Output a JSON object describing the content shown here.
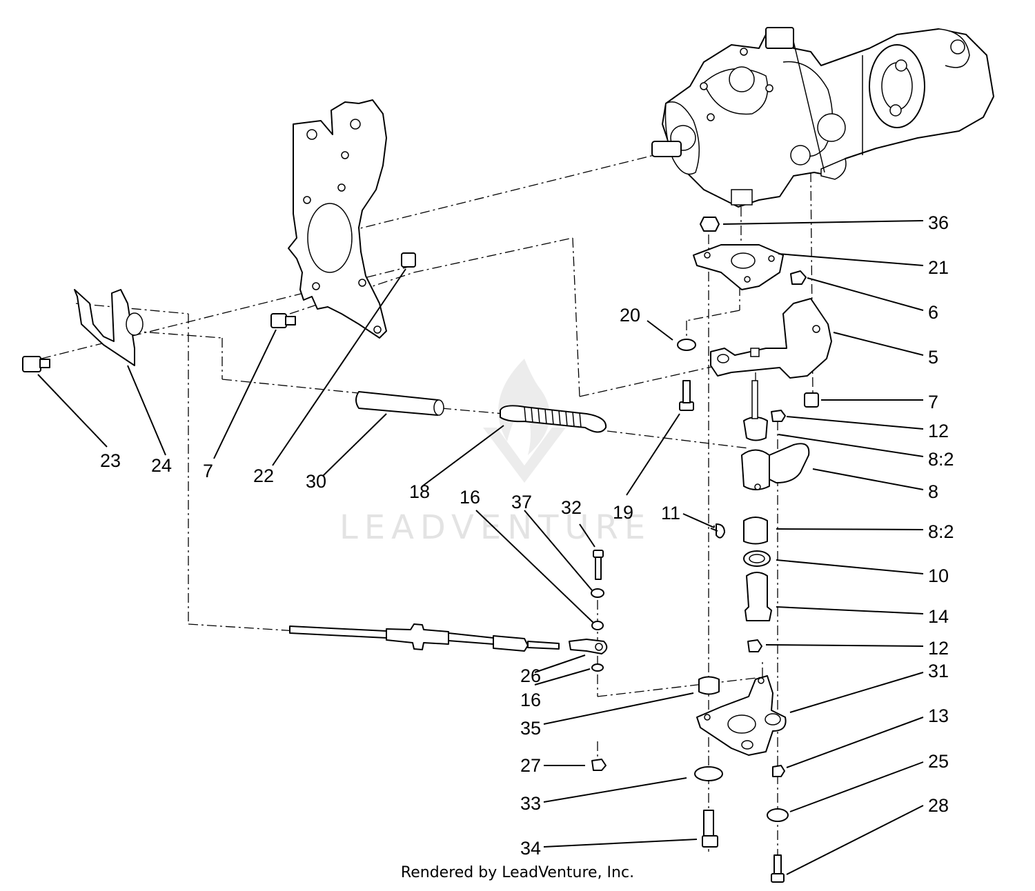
{
  "diagram": {
    "footer": "Rendered by LeadVenture, Inc.",
    "watermark": "LEADVENTURE",
    "callouts": {
      "c36": "36",
      "c21": "21",
      "c6": "6",
      "c5": "5",
      "c7r": "7",
      "c12a": "12",
      "c8_2a": "8:2",
      "c8": "8",
      "c8_2b": "8:2",
      "c10": "10",
      "c14": "14",
      "c12b": "12",
      "c31": "31",
      "c13": "13",
      "c25": "25",
      "c28": "28",
      "c20": "20",
      "c19": "19",
      "c11": "11",
      "c32": "32",
      "c37": "37",
      "c16a": "16",
      "c18": "18",
      "c30": "30",
      "c22": "22",
      "c7l": "7",
      "c24": "24",
      "c23": "23",
      "c26": "26",
      "c16b": "16",
      "c35": "35",
      "c27": "27",
      "c33": "33",
      "c34": "34"
    }
  }
}
